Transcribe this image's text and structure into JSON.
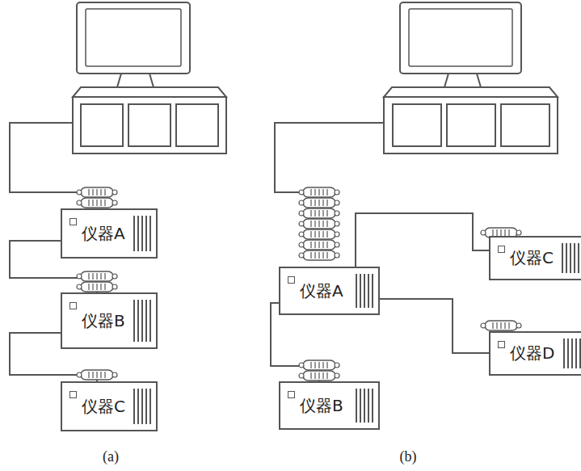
{
  "diagram": {
    "nodes": [
      {
        "text": [
          "仪器A"
        ]
      },
      {
        "text": [
          "仪器B"
        ]
      },
      {
        "text": [
          "仪器C"
        ]
      },
      {
        "text": [
          "仪器C"
        ]
      },
      {
        "text": [
          "仪器A"
        ]
      },
      {
        "text": [
          "仪器D"
        ]
      },
      {
        "text": [
          "仪器B"
        ]
      }
    ],
    "edges": [
      {
        "from": 0,
        "to": 1,
        "arrow": "none"
      },
      {
        "from": 1,
        "to": 2,
        "arrow": "none"
      },
      {
        "from": 4,
        "to": 3,
        "arrow": "none"
      },
      {
        "from": 4,
        "to": 5,
        "arrow": "none"
      },
      {
        "from": 4,
        "to": 6,
        "arrow": "none"
      }
    ],
    "labels": [
      "(a)",
      "(b)"
    ]
  }
}
